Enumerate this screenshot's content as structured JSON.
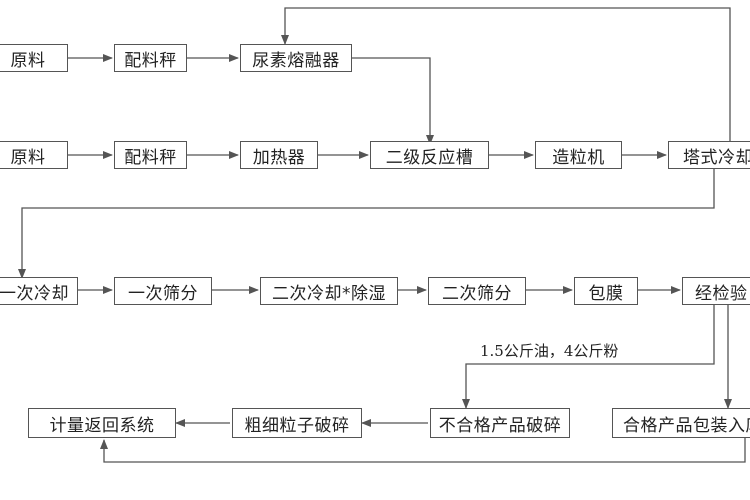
{
  "diagram": {
    "boxes": {
      "row1_raw": "原料",
      "row1_scale": "配料秤",
      "row1_urea_melter": "尿素熔融器",
      "row2_raw": "原料",
      "row2_scale": "配料秤",
      "row2_heater": "加热器",
      "row2_reactor": "二级反应槽",
      "row2_granulator": "造粒机",
      "row2_tower_cooler": "塔式冷却",
      "row3_cooling1": "一次冷却",
      "row3_screen1": "一次筛分",
      "row3_cool2_dehumid": "二次冷却*除湿",
      "row3_screen2": "二次筛分",
      "row3_coating": "包膜",
      "row3_inspection": "经检验",
      "row4_return_system": "计量返回系统",
      "row4_coarse_crush": "粗细粒子破碎",
      "row4_reject_crush": "不合格产品破碎",
      "row4_pack_store": "合格产品包装入库"
    },
    "note": "1.5公斤油，4公斤粉",
    "colors": {
      "line": "#555555",
      "box_border": "#555555",
      "text": "#222222"
    }
  }
}
